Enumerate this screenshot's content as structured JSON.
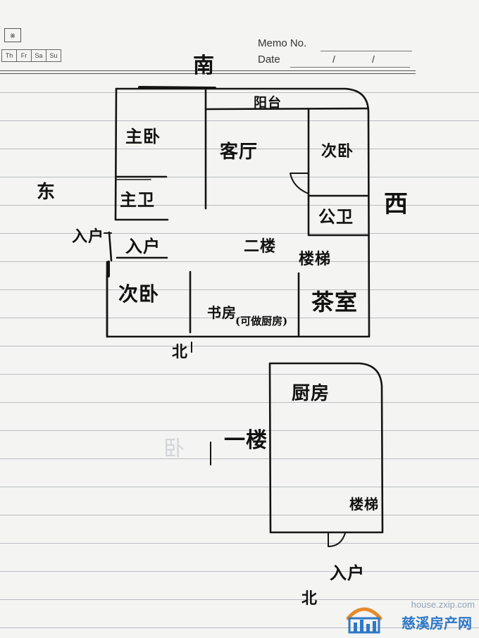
{
  "notebook": {
    "days": [
      "Th",
      "Fr",
      "Sa",
      "Su"
    ],
    "memo_label": "Memo No.",
    "date_label": "Date",
    "date_separator": "/"
  },
  "plan": {
    "compass": {
      "south": "南",
      "east": "东",
      "west": "西",
      "north_upper": "北",
      "north_lower": "北"
    },
    "second_floor": {
      "balcony": "阳台",
      "master_bedroom": "主卧",
      "living_room": "客厅",
      "second_bedroom_west": "次卧",
      "master_bath": "主卫",
      "entrance_upper": "入户",
      "entrance_side": "入户",
      "public_bath": "公卫",
      "floor_label": "二楼",
      "stairs": "楼梯",
      "second_bedroom_east": "次卧",
      "study": "书房",
      "study_note": "(可做厨房)",
      "tea_room": "茶室"
    },
    "first_floor": {
      "floor_label": "一楼",
      "kitchen": "厨房",
      "stairs": "楼梯",
      "entrance": "入户",
      "faint_char": "卧"
    }
  },
  "watermark": {
    "url": "house.zxip.com",
    "name": "慈溪房产网"
  }
}
